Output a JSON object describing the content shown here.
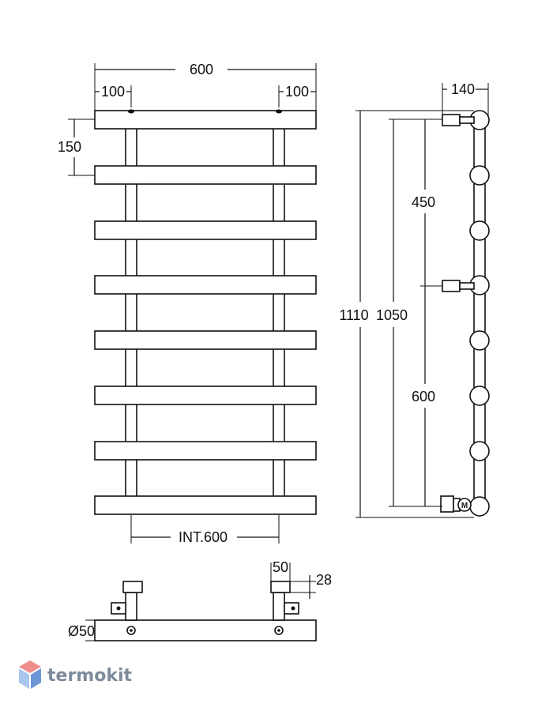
{
  "front_view": {
    "dim_total_width": "600",
    "dim_left_offset": "100",
    "dim_right_offset": "100",
    "dim_bar_pitch": "150",
    "dim_interaxis": "INT.600"
  },
  "side_view": {
    "dim_depth": "140",
    "dim_total_height": "1110",
    "dim_connection_height": "1050",
    "dim_upper_section": "450",
    "dim_lower_section": "600",
    "valve_mark": "M"
  },
  "bottom_view": {
    "dim_diameter": "Ø50",
    "dim_pipe_width": "50",
    "dim_pipe_offset": "28"
  },
  "brand": {
    "name": "termokit",
    "colors": {
      "top": "#ef8d8d",
      "left": "#a9c7ec",
      "right": "#6e95d6",
      "text": "#7d8a9a"
    }
  }
}
